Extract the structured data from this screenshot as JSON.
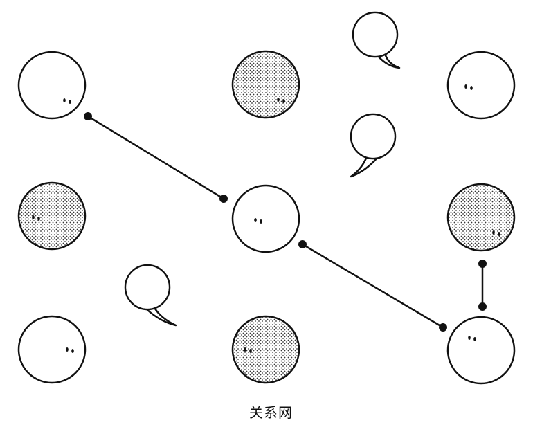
{
  "caption": "关系网",
  "colors": {
    "ink": "#111111",
    "fill": "#ffffff",
    "dot_pattern": "#333333"
  },
  "nodes": [
    {
      "id": "n1",
      "style": "plain",
      "eyes": "right"
    },
    {
      "id": "n2",
      "style": "dotted",
      "eyes": "right"
    },
    {
      "id": "n3",
      "style": "plain",
      "eyes": "center"
    },
    {
      "id": "n4",
      "style": "dotted",
      "eyes": "left"
    },
    {
      "id": "n5",
      "style": "plain",
      "eyes": "left"
    },
    {
      "id": "n6",
      "style": "dotted",
      "eyes": "right"
    },
    {
      "id": "n7",
      "style": "plain",
      "eyes": "right"
    },
    {
      "id": "n8",
      "style": "dotted",
      "eyes": "left"
    },
    {
      "id": "n9",
      "style": "plain",
      "eyes": "left"
    }
  ],
  "links": [
    {
      "from": "n1",
      "to": "n5"
    },
    {
      "from": "n5",
      "to": "n9"
    },
    {
      "from": "n6",
      "to": "n9"
    }
  ],
  "speech_bubbles": [
    {
      "id": "b1",
      "tail": "down-right"
    },
    {
      "id": "b2",
      "tail": "down-left"
    },
    {
      "id": "b3",
      "tail": "down-right"
    }
  ]
}
